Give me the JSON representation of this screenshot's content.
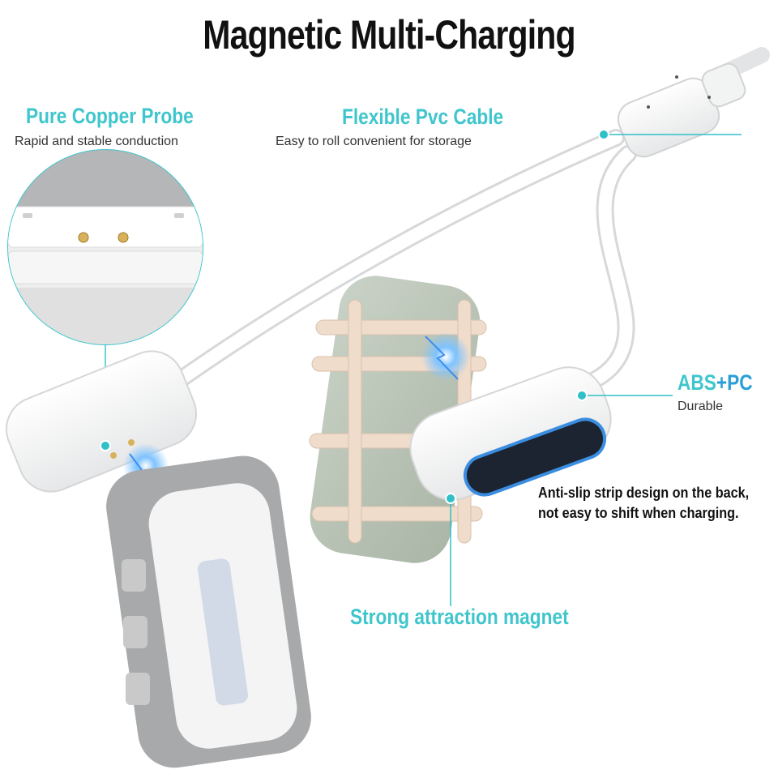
{
  "title": "Magnetic Multi-Charging",
  "callouts": {
    "copper": {
      "heading": "Pure Copper Probe",
      "sub": "Rapid and stable conduction"
    },
    "cable": {
      "heading": "Flexible Pvc Cable",
      "sub": "Easy to roll convenient for storage"
    },
    "abs": {
      "heading_a": "ABS",
      "heading_plus": "+",
      "heading_b": "PC",
      "sub": "Durable"
    },
    "antislip": {
      "line1": "Anti-slip strip design on the back,",
      "line2": "not easy to shift when charging."
    },
    "magnet": {
      "heading": "Strong attraction magnet"
    }
  },
  "colors": {
    "accent_teal": "#3fc6cc",
    "accent_blue": "#2a9fd6",
    "callout_dot": "#2fc0c8",
    "magnet_glow": "#3a8de0"
  }
}
